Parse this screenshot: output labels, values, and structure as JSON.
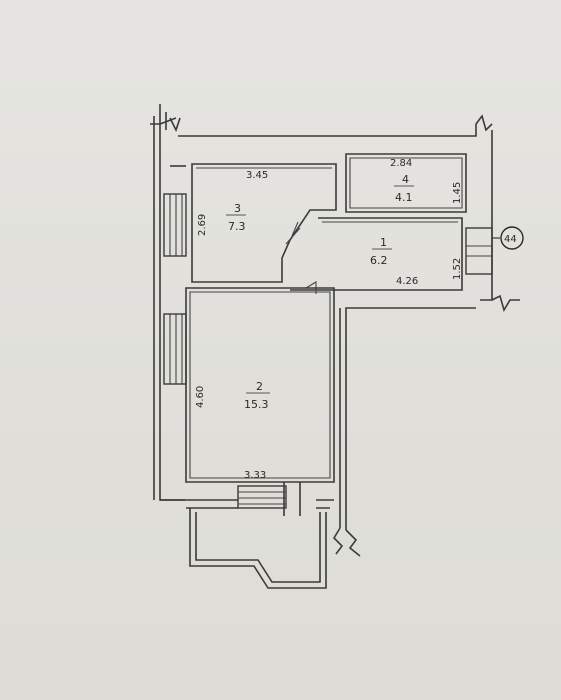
{
  "plan": {
    "marker": "44",
    "rooms": [
      {
        "number": "1",
        "area": "6.2"
      },
      {
        "number": "2",
        "area": "15.3"
      },
      {
        "number": "3",
        "area": "7.3"
      },
      {
        "number": "4",
        "area": "4.1"
      }
    ],
    "dimensions": {
      "room3_width": "3.45",
      "room3_depth": "2.69",
      "room4_width": "2.84",
      "room4_depth": "1.45",
      "room1_width": "4.26",
      "room1_depth": "1.52",
      "room2_depth": "4.60",
      "room2_width": "3.33"
    }
  }
}
